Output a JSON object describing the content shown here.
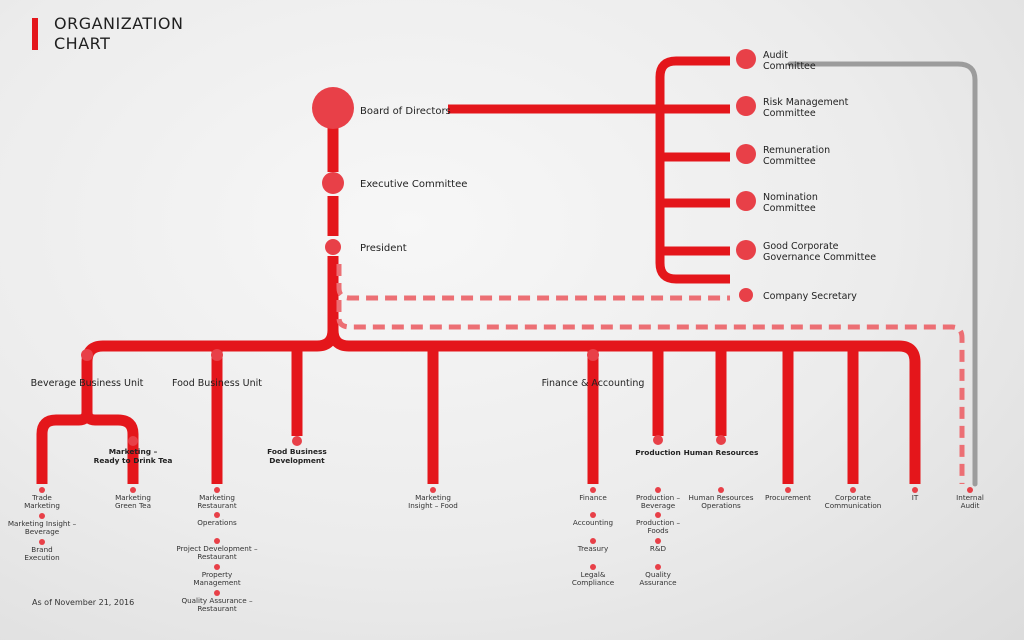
{
  "title_lines": [
    "ORGANIZATION",
    "CHART"
  ],
  "as_of": "As of November 21, 2016",
  "colors": {
    "line": "#e4161b",
    "node": "#e84048",
    "dashed": "#ec6f74",
    "gray": "#9c9c9c"
  },
  "top": {
    "board": "Board of Directors",
    "executive": "Executive Committee",
    "president": "President"
  },
  "committees": [
    [
      "Audit",
      "Committee"
    ],
    [
      "Risk Management",
      "Committee"
    ],
    [
      "Remuneration",
      "Committee"
    ],
    [
      "Nomination",
      "Committee"
    ],
    [
      "Good Corporate",
      "Governance Committee"
    ],
    [
      "Company Secretary"
    ]
  ],
  "units": {
    "beverage": "Beverage Business Unit",
    "food": "Food Business Unit",
    "finance": "Finance & Accounting"
  },
  "sub_units": {
    "ready_to_drink": [
      "Marketing –",
      "Ready to Drink Tea"
    ],
    "food_dev": [
      "Food Business",
      "Development"
    ],
    "production": [
      "Production"
    ],
    "hr": [
      "Human Resources"
    ]
  },
  "leaves": {
    "beverage": [
      [
        "Trade",
        "Marketing"
      ],
      [
        "Marketing Insight –",
        "Beverage"
      ],
      [
        "Brand",
        "Execution"
      ]
    ],
    "green_tea": [
      [
        "Marketing",
        "Green Tea"
      ]
    ],
    "food": [
      [
        "Marketing",
        "Restaurant"
      ],
      [
        "Operations"
      ],
      [
        "Project Development –",
        "Restaurant"
      ],
      [
        "Property",
        "Management"
      ],
      [
        "Quality Assurance –",
        "Restaurant"
      ]
    ],
    "insight_food": [
      [
        "Marketing",
        "Insight – Food"
      ]
    ],
    "finance": [
      [
        "Finance"
      ],
      [
        "Accounting"
      ],
      [
        "Treasury"
      ],
      [
        "Legal&",
        "Compliance"
      ]
    ],
    "production": [
      [
        "Production –",
        "Beverage"
      ],
      [
        "Production –",
        "Foods"
      ],
      [
        "R&D"
      ],
      [
        "Quality",
        "Assurance"
      ]
    ],
    "hr": [
      [
        "Human Resources",
        "Operations"
      ]
    ],
    "procurement": [
      [
        "Procurement"
      ]
    ],
    "corp_comm": [
      [
        "Corporate",
        "Communication"
      ]
    ],
    "it": [
      [
        "IT"
      ]
    ],
    "internal_audit": [
      [
        "Internal",
        "Audit"
      ]
    ]
  }
}
